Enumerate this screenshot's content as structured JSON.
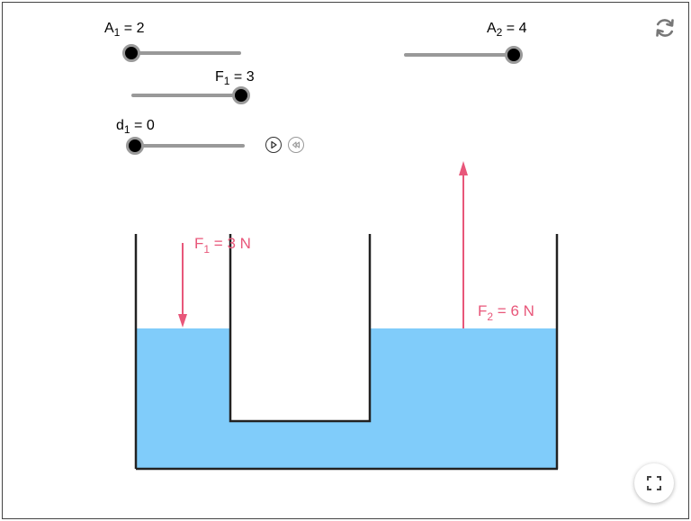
{
  "sliders": {
    "a1": {
      "name": "A",
      "sub": "1",
      "eq": " = ",
      "value": "2",
      "fraction": 0.0
    },
    "a2": {
      "name": "A",
      "sub": "2",
      "eq": " = ",
      "value": "4",
      "fraction": 1.0
    },
    "f1": {
      "name": "F",
      "sub": "1",
      "eq": " = ",
      "value": "3",
      "fraction": 1.0
    },
    "d1": {
      "name": "d",
      "sub": "1",
      "eq": " = ",
      "value": "0",
      "fraction": 0.0
    }
  },
  "forces": {
    "f1": {
      "name": "F",
      "sub": "1",
      "text": " = 3 N"
    },
    "f2": {
      "name": "F",
      "sub": "2",
      "text": " = 6 N"
    }
  },
  "icons": {
    "reset": "refresh-icon",
    "fullscreen": "fullscreen-icon",
    "play": "play-icon",
    "rewind": "rewind-icon"
  },
  "colors": {
    "water": "#80ccfa",
    "force": "#e8577a",
    "wall": "#222222",
    "slider_track": "#999999",
    "slider_knob": "#000000"
  }
}
